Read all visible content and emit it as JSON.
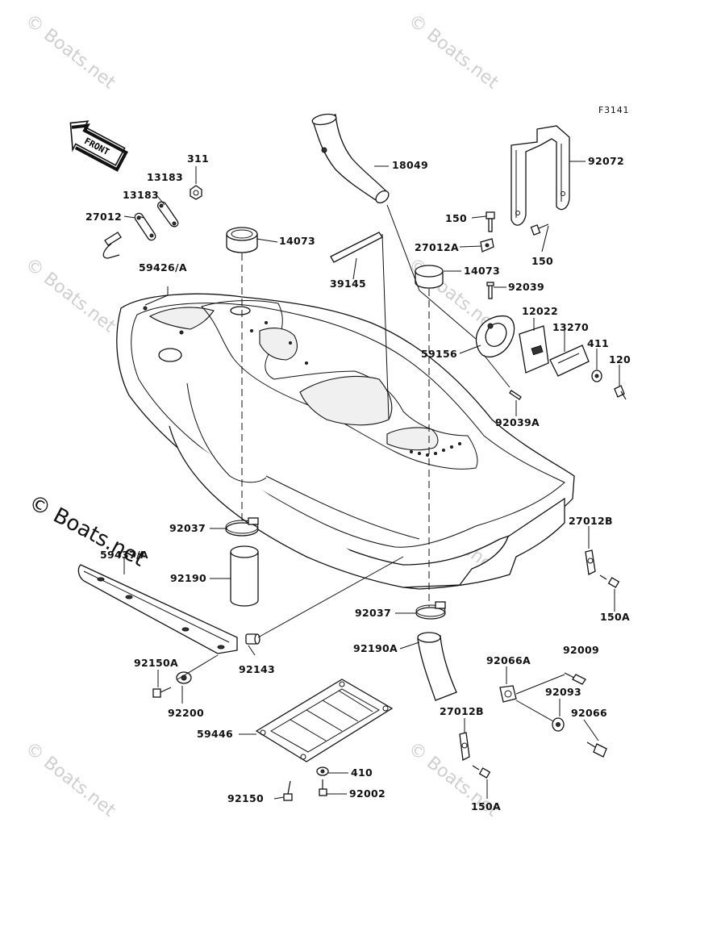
{
  "figure": {
    "code": "F3141",
    "front_label": "FRONT"
  },
  "watermarks": {
    "faint": "© Boats.net",
    "main": "© Boats.net"
  },
  "labels": {
    "l311": "311",
    "l13183a": "13183",
    "l13183b": "13183",
    "l27012": "27012",
    "l14073a": "14073",
    "l59426A": "59426/A",
    "l18049": "18049",
    "l92072": "92072",
    "l150a": "150",
    "l27012A": "27012A",
    "l150b": "150",
    "l39145": "39145",
    "l14073b": "14073",
    "l92039": "92039",
    "l12022": "12022",
    "l13270": "13270",
    "l411": "411",
    "l120": "120",
    "l59156": "59156",
    "l92039A": "92039A",
    "l92037a": "92037",
    "l59437A": "59437/A",
    "l92190": "92190",
    "l27012Ba": "27012B",
    "l150Aa": "150A",
    "l92037b": "92037",
    "l92190A": "92190A",
    "l92143": "92143",
    "l92150A": "92150A",
    "l92200": "92200",
    "l92009": "92009",
    "l92066A": "92066A",
    "l92093": "92093",
    "l27012Bb": "27012B",
    "l92066": "92066",
    "l59446": "59446",
    "l410": "410",
    "l92150": "92150",
    "l92002": "92002",
    "l150Ab": "150A"
  }
}
